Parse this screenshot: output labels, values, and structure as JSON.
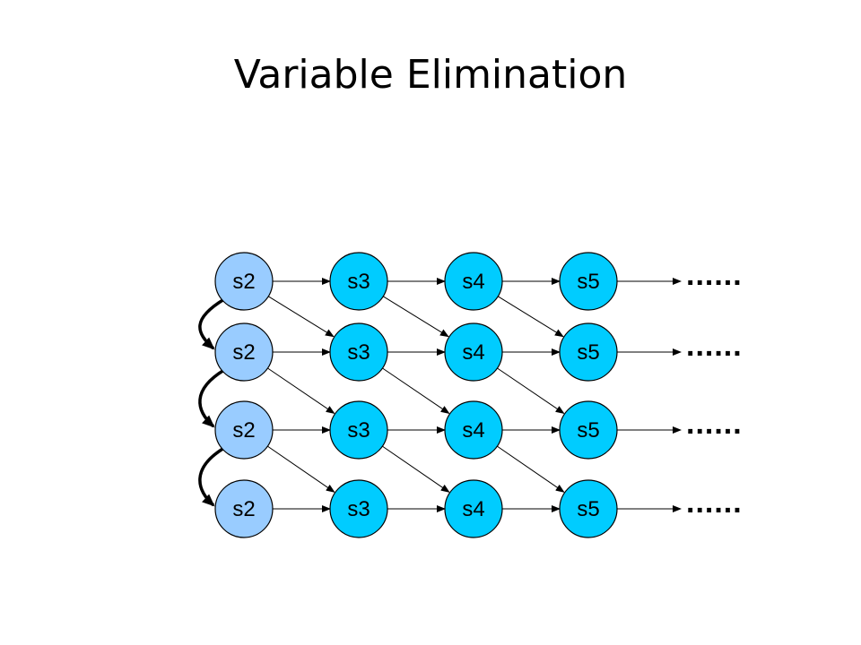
{
  "title": "Variable Elimination",
  "colors": {
    "first_column_fill": "#99CCFF",
    "other_column_fill": "#00CCFF",
    "stroke": "#000000"
  },
  "diagram": {
    "columns": [
      "s2",
      "s3",
      "s4",
      "s5"
    ],
    "row_count": 4,
    "continuation": "......",
    "edges": {
      "horizontal": "each node to the next node in the same row, and last node to continuation",
      "diagonal": "each node to the next column node one row below",
      "curved": "first-column node to the first-column node one row below"
    }
  }
}
